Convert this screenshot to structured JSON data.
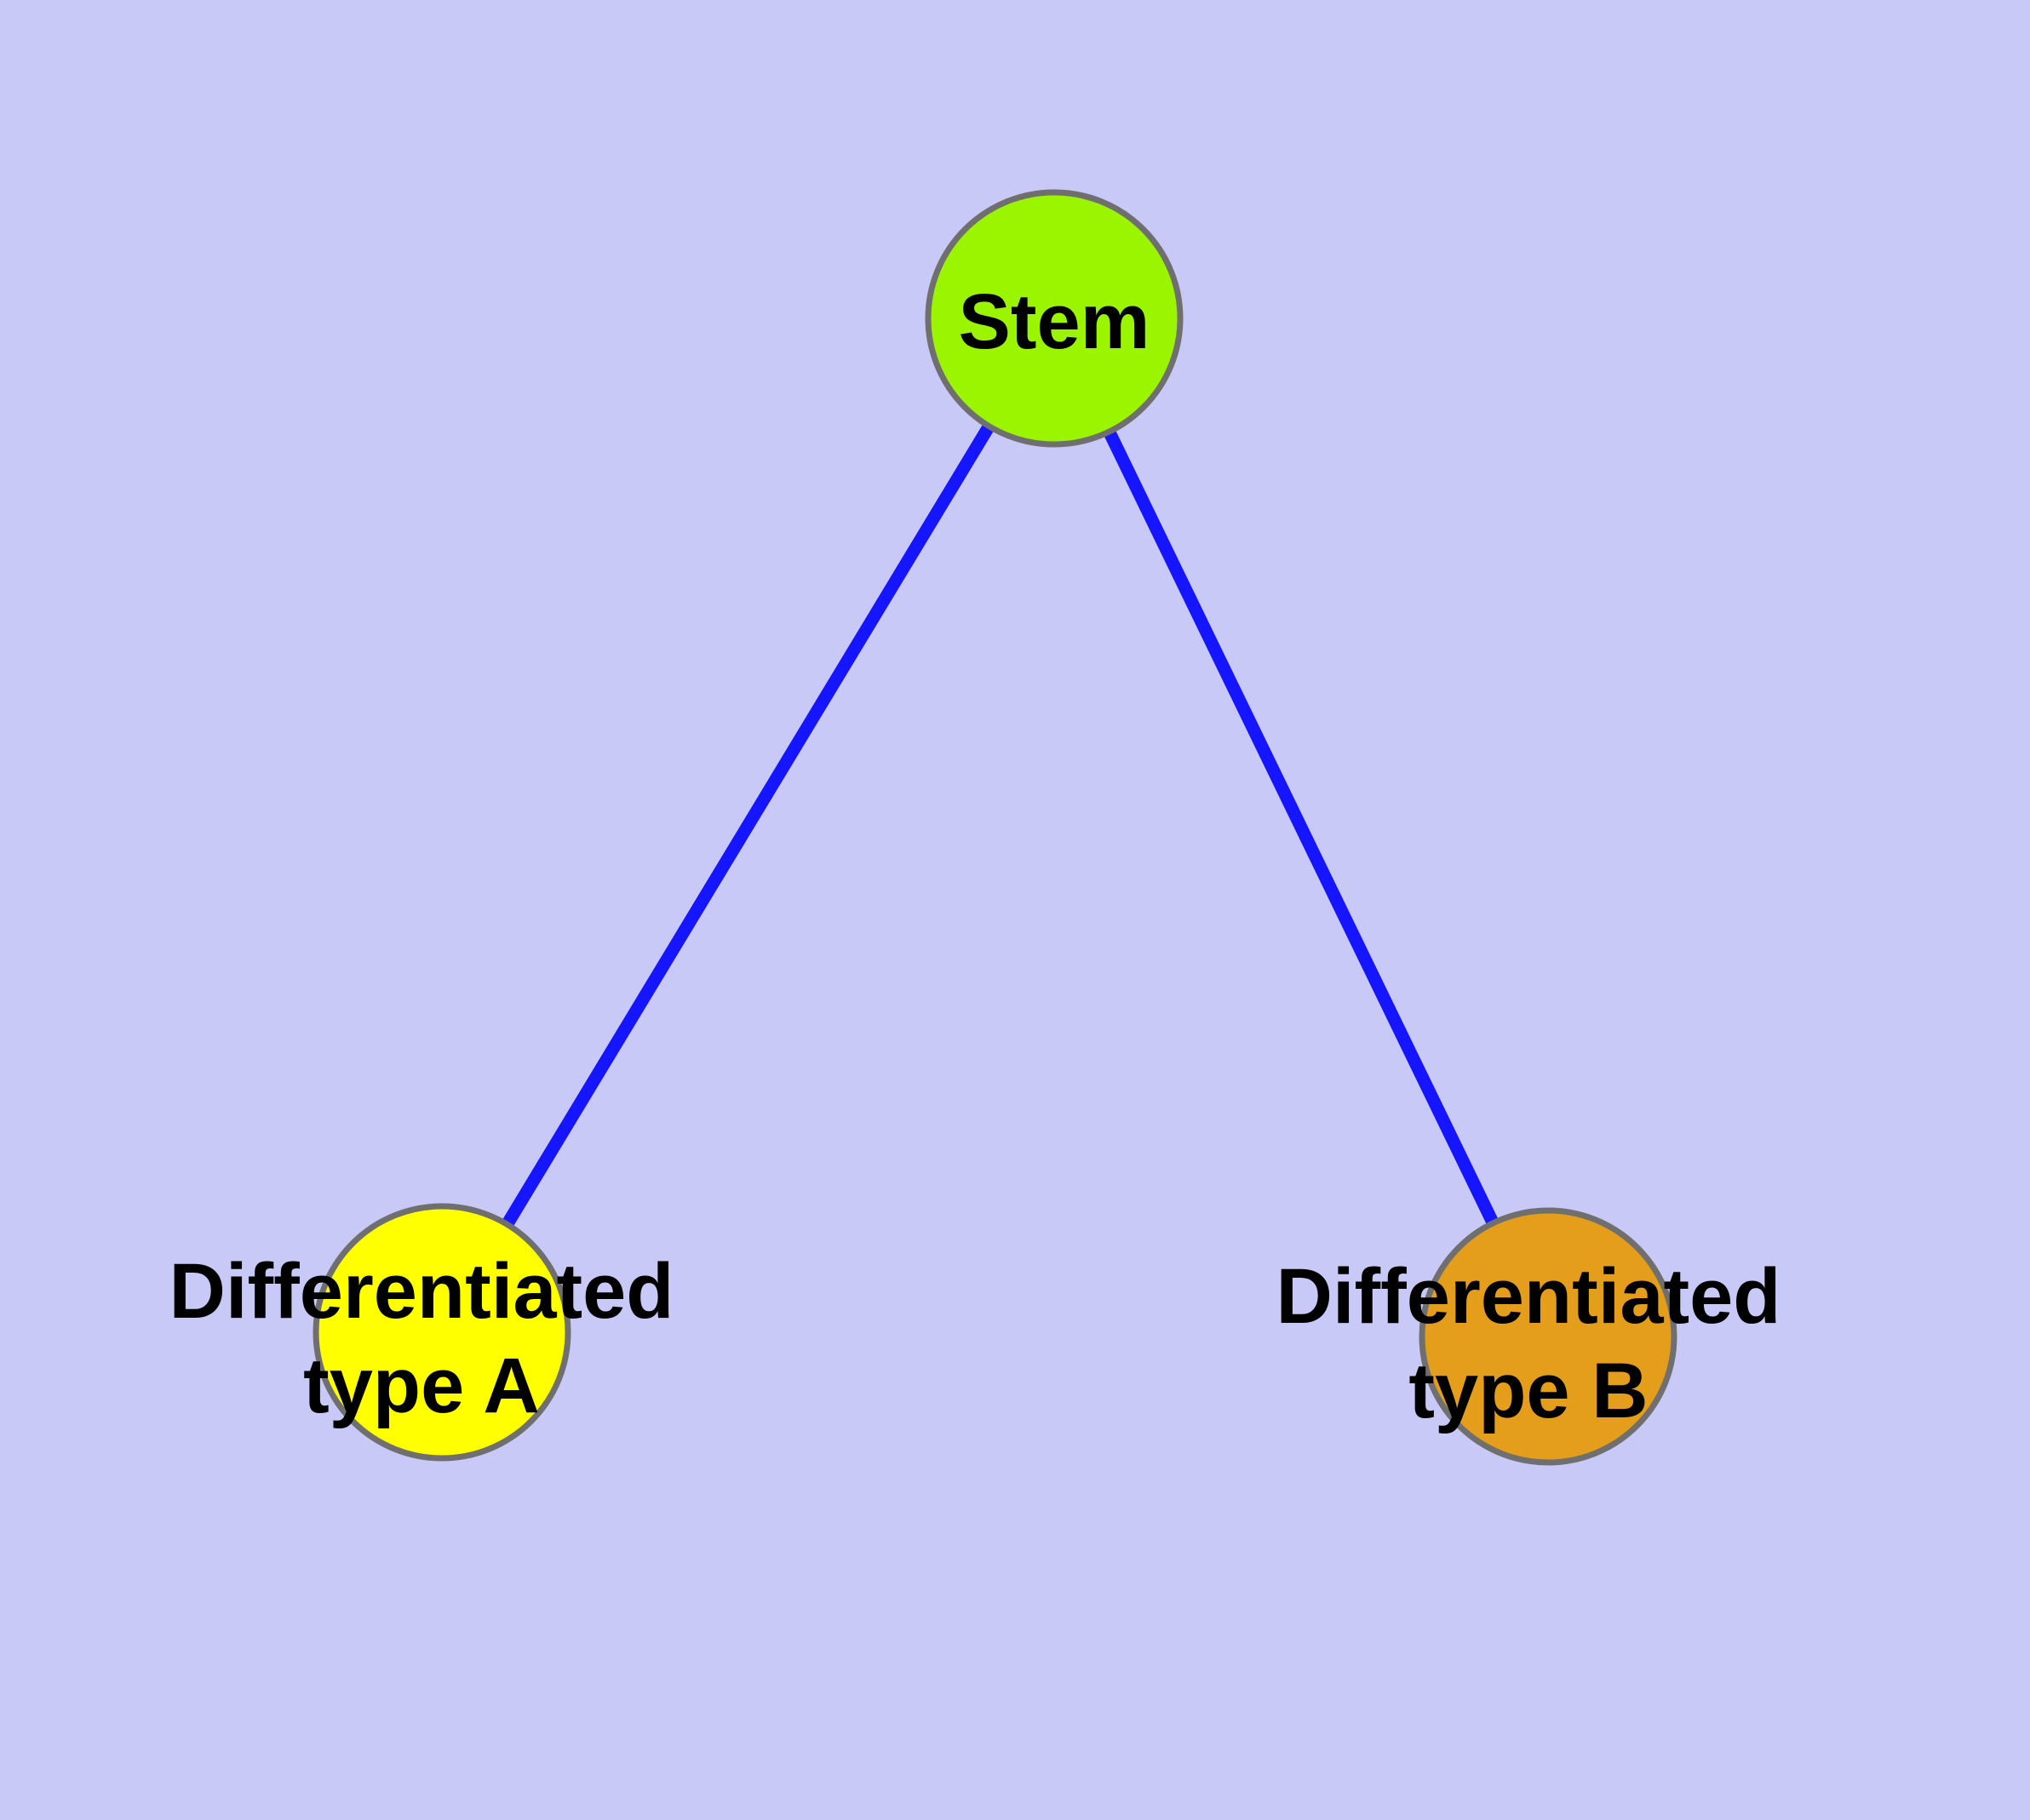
{
  "canvas": {
    "background_color": "#c9c9f8"
  },
  "diagram": {
    "type": "node-link-graph",
    "edge_color": "#1515ff",
    "edge_width": 15,
    "node_border_color": "#6f6f6f",
    "label_color": "#000000",
    "nodes": [
      {
        "id": "stem",
        "label": "Stem",
        "fill": "#9cf500"
      },
      {
        "id": "differentiated-type-a",
        "label_line1": "Differentiated",
        "label_line2": "type A",
        "fill": "#ffff00"
      },
      {
        "id": "differentiated-type-b",
        "label_line1": "Differentiated",
        "label_line2": "type B",
        "fill": "#e49e1c"
      }
    ],
    "edges": [
      {
        "from": "stem",
        "to": "differentiated-type-a"
      },
      {
        "from": "stem",
        "to": "differentiated-type-b"
      }
    ]
  }
}
